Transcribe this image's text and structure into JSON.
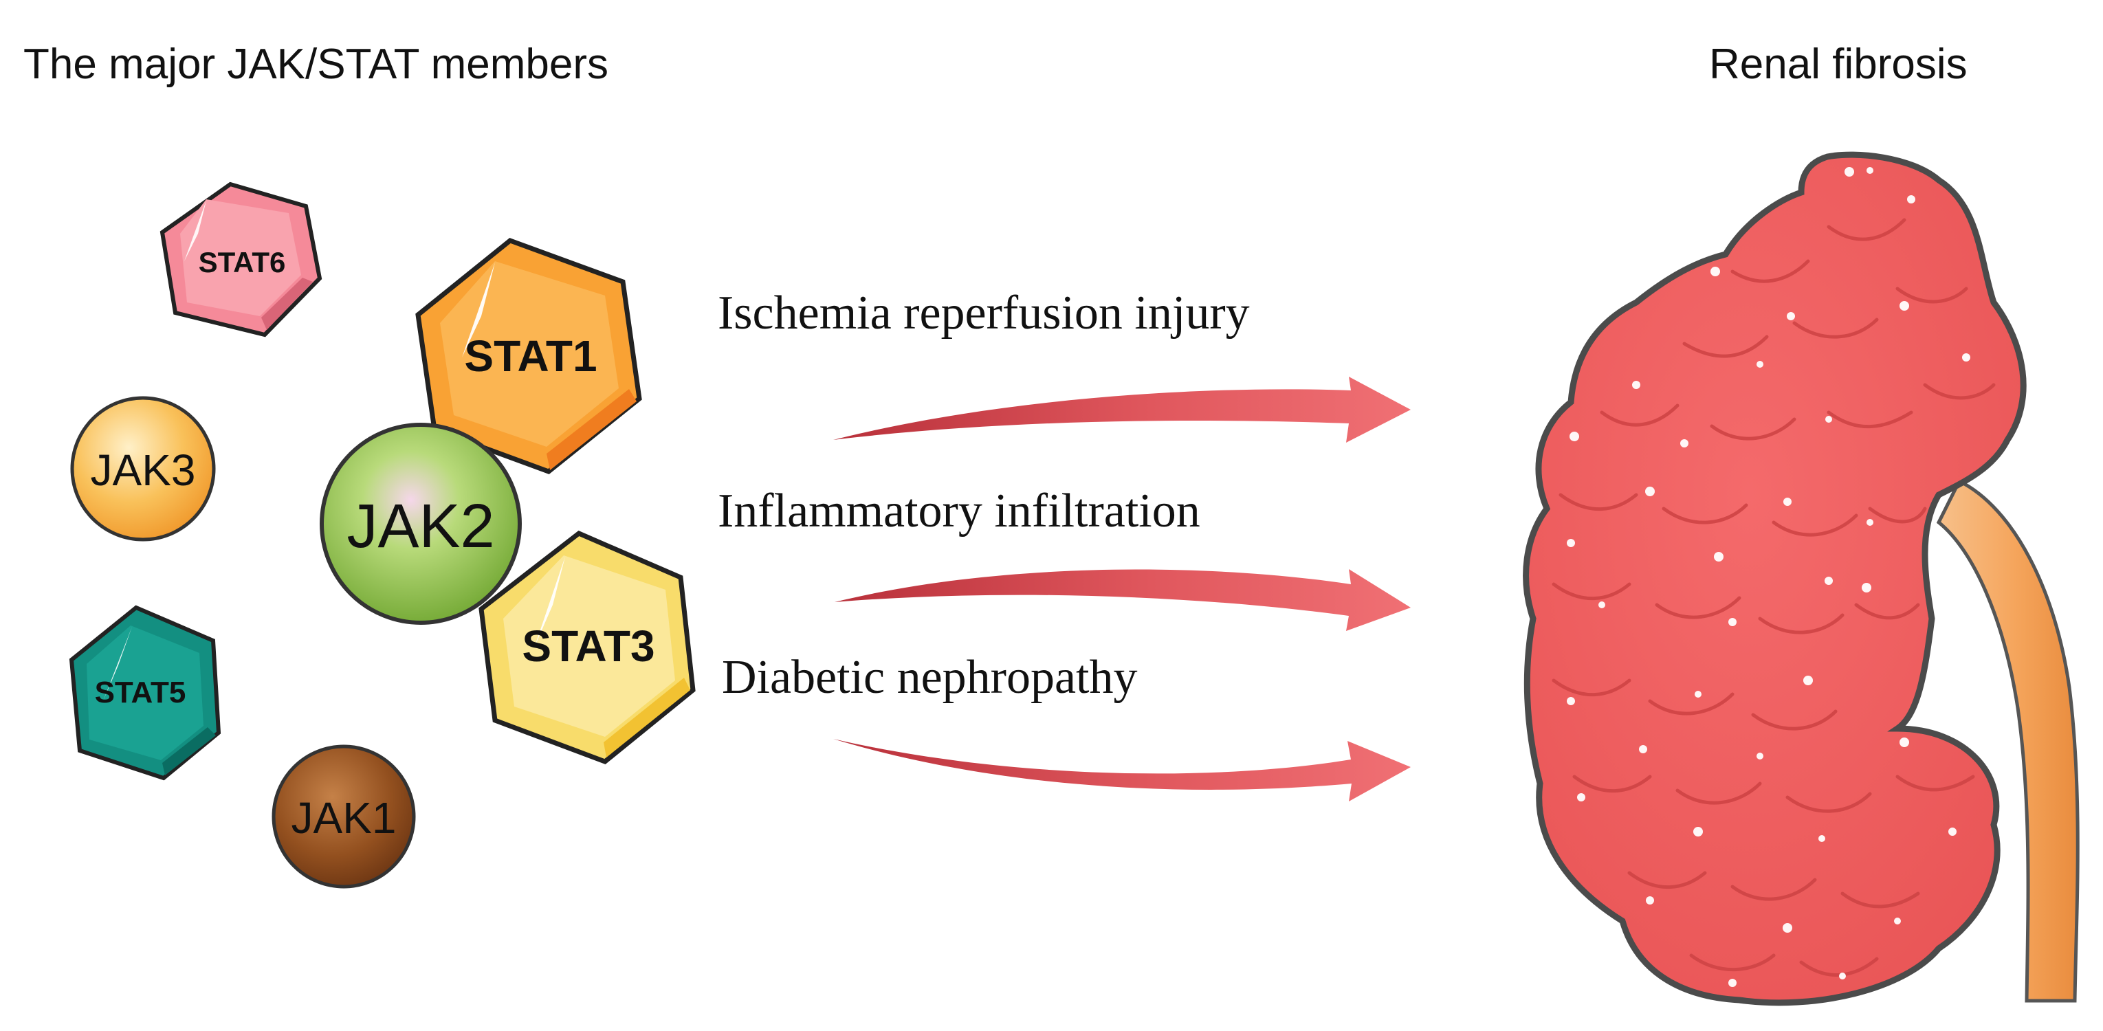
{
  "titles": {
    "left": "The major JAK/STAT members",
    "right": "Renal fibrosis"
  },
  "molecules": {
    "stat6": "STAT6",
    "stat1": "STAT1",
    "jak3": "JAK3",
    "jak2": "JAK2",
    "stat3": "STAT3",
    "stat5": "STAT5",
    "jak1": "JAK1"
  },
  "causes": [
    "Ischemia reperfusion injury",
    "Inflammatory infiltration",
    "Diabetic nephropathy"
  ],
  "colors": {
    "stat6": "#f58a99",
    "stat1": "#f9a234",
    "jak3": "#f7b141",
    "jak2": "#8cbf3f",
    "stat3": "#f8dc6b",
    "stat5": "#138f81",
    "jak1": "#8a4a1c",
    "kidney": "#ef5f60",
    "ureter": "#f4a55e",
    "arrow": "#e2545a"
  }
}
